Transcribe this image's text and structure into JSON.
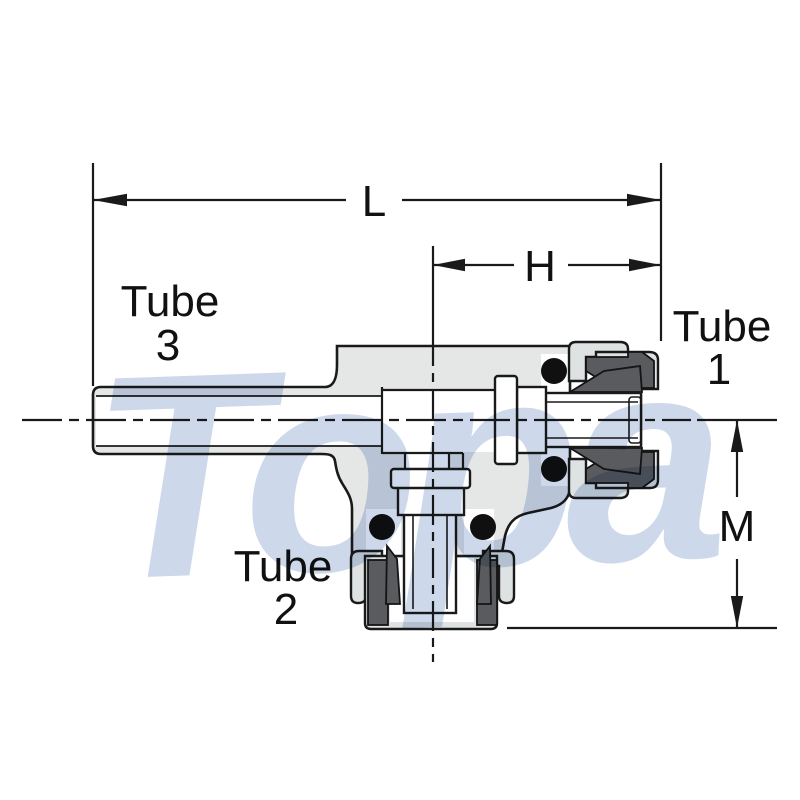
{
  "page": {
    "background": "#FFFFFF"
  },
  "watermark": {
    "text": "Topa",
    "color": "#C4D3E8"
  },
  "diagram": {
    "type": "technical-drawing",
    "description": "Cross-section of a push-to-connect run tee tube fitting with three ports",
    "dimension_labels": {
      "overall_length": "L",
      "port_to_center": "H",
      "center_to_bottom": "M"
    },
    "port_labels": {
      "tube1": {
        "name": "Tube",
        "number": "1"
      },
      "tube2": {
        "name": "Tube",
        "number": "2"
      },
      "tube3": {
        "name": "Tube",
        "number": "3"
      }
    },
    "colors": {
      "outline": "#1A1A1A",
      "body_fill": "#E5E7E7",
      "cartridge_fill": "#DFE2E2",
      "collet_dark": "#595B5E",
      "oring_black": "#101010",
      "centerline": "#1A1A1A"
    }
  }
}
